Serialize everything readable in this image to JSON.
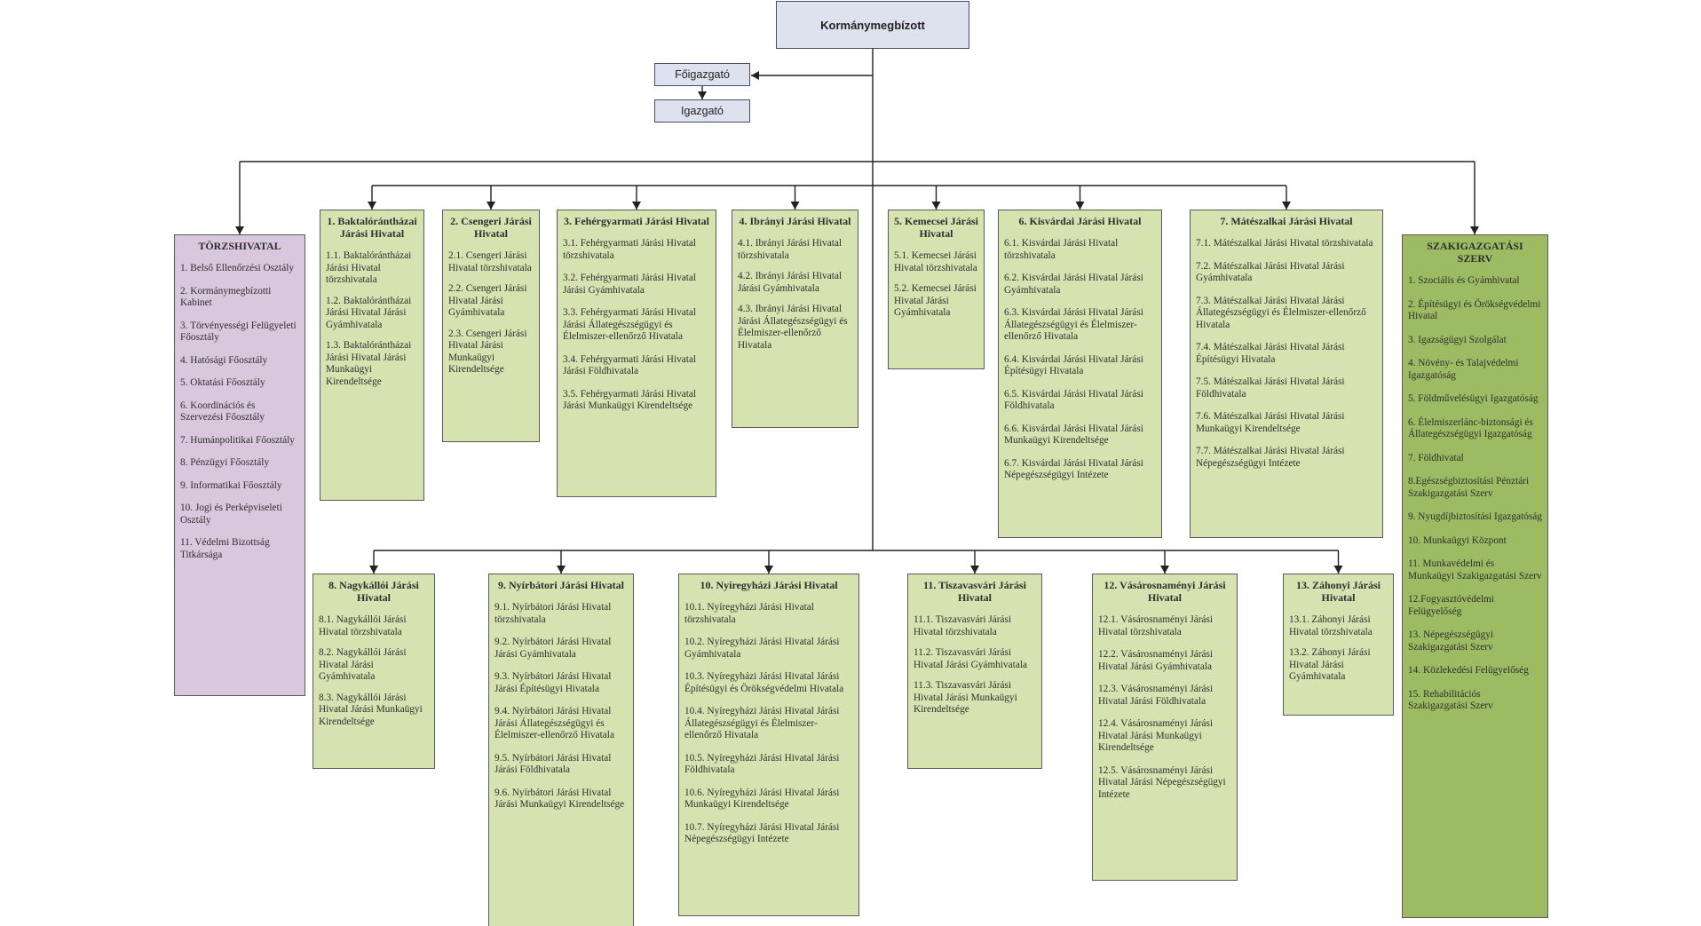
{
  "top": {
    "governor": "Kormánymegbízott",
    "director_general": "Főigazgató",
    "director": "Igazgató"
  },
  "torzshivatal": {
    "title": "TÖRZSHIVATAL",
    "items": [
      "1. Belső Ellenőrzési Osztály",
      "2. Kormánymegbízotti Kabinet",
      "3. Törvényességi Felügyeleti Főosztály",
      "4. Hatósági Főosztály",
      "5. Oktatási Főosztály",
      "6. Koordinációs és Szervezési Főosztály",
      "7. Humánpolitikai Főosztály",
      "8. Pénzügyi Főosztály",
      "9. Informatikai Főosztály",
      "10. Jogi és Perképviseleti Osztály",
      "11. Védelmi Bizottság Titkársága"
    ]
  },
  "szakigazgatasi": {
    "title": "SZAKIGAZGATÁSI SZERV",
    "items": [
      "1. Szociális és Gyámhivatal",
      "2. Építésügyi és Örökségvédelmi Hivatal",
      "3. Igazságügyi Szolgálat",
      "4. Növény- és Talajvédelmi Igazgatóság",
      "5. Földművelésügyi Igazgatóság",
      "6. Élelmiszerlánc-biztonsági és Állategészségügyi Igazgatóság",
      "7. Földhivatal",
      "8.Egészségbiztosítási Pénztári Szakigazgatási Szerv",
      "9. Nyugdíjbiztosítási Igazgatóság",
      "10. Munkaügyi Központ",
      "11. Munkavédelmi és Munkaügyi Szakigazgatási Szerv",
      "12.Fogyasztóvédelmi Felügyelőség",
      "13. Népegészségügyi Szakigazgatási Szerv",
      "14. Közlekedési Felügyelőség",
      "15. Rehabilitációs Szakigazgatási Szerv"
    ]
  },
  "districts_top": [
    {
      "title": "1. Baktalórántházai Járási Hivatal",
      "items": [
        "1.1. Baktalórántházai Járási Hivatal törzshivatala",
        "1.2. Baktalórántházai Járási Hivatal Járási Gyámhivatala",
        "1.3. Baktalórántházai Járási Hivatal Járási Munkaügyi Kirendeltsége"
      ]
    },
    {
      "title": "2. Csengeri Járási Hivatal",
      "items": [
        "2.1. Csengeri Járási Hivatal törzshivatala",
        "2.2. Csengeri Járási Hivatal Járási Gyámhivatala",
        "2.3. Csengeri Járási Hivatal Járási Munkaügyi Kirendeltsége"
      ]
    },
    {
      "title": "3. Fehérgyarmati Járási Hivatal",
      "items": [
        "3.1. Fehérgyarmati Járási Hivatal törzshivatala",
        "3.2. Fehérgyarmati Járási Hivatal Járási Gyámhivatala",
        "3.3. Fehérgyarmati Járási Hivatal Járási Állategészségügyi és Élelmiszer-ellenőrző Hivatala",
        "3.4. Fehérgyarmati Járási Hivatal Járási Földhivatala",
        "3.5. Fehérgyarmati Járási Hivatal Járási Munkaügyi Kirendeltsége"
      ]
    },
    {
      "title": "4. Ibrányi Járási Hivatal",
      "items": [
        "4.1. Ibrányi Járási Hivatal törzshivatala",
        "4.2. Ibrányi Járási Hivatal Járási Gyámhivatala",
        "4.3. Ibrányi Járási Hivatal Járási Állategészségügyi és Élelmiszer-ellenőrző Hivatala"
      ]
    },
    {
      "title": "5. Kemecsei Járási Hivatal",
      "items": [
        "5.1. Kemecsei Járási Hivatal törzshivatala",
        "5.2. Kemecsei Járási Hivatal Járási Gyámhivatala"
      ]
    },
    {
      "title": "6. Kisvárdai Járási Hivatal",
      "items": [
        "6.1. Kisvárdai Járási Hivatal törzshivatala",
        "6.2. Kisvárdai Járási Hivatal Járási Gyámhivatala",
        "6.3. Kisvárdai Járási Hivatal Járási Állategészségügyi és Élelmiszer-ellenőrző Hivatala",
        "6.4.  Kisvárdai Járási Hivatal Járási Építésügyi Hivatala",
        "6.5. Kisvárdai Járási Hivatal Járási Földhivatala",
        "6.6. Kisvárdai Járási Hivatal Járási Munkaügyi Kirendeltsége",
        "6.7. Kisvárdai Járási Hivatal Járási Népegészségügyi Intézete"
      ]
    },
    {
      "title": "7. Mátészalkai Járási Hivatal",
      "items": [
        "7.1. Mátészalkai Járási Hivatal törzshivatala",
        "7.2. Mátészalkai Járási Hivatal Járási Gyámhivatala",
        "7.3. Mátészalkai Járási Hivatal Járási Állategészségügyi és Élelmiszer-ellenőrző Hivatala",
        "7.4. Mátészalkai Járási Hivatal Járási Építésügyi Hivatala",
        "7.5. Mátészalkai Járási Hivatal Járási Földhivatala",
        "7.6. Mátészalkai Járási Hivatal Járási Munkaügyi Kirendeltsége",
        "7.7. Mátészalkai Járási Hivatal Járási Népegészségügyi Intézete"
      ]
    }
  ],
  "districts_bottom": [
    {
      "title": "8. Nagykállói Járási Hivatal",
      "items": [
        "8.1. Nagykállói Járási Hivatal törzshivatala",
        "8.2. Nagykállói Járási Hivatal Járási Gyámhivatala",
        "8.3. Nagykállói Járási Hivatal Járási Munkaügyi Kirendeltsége"
      ]
    },
    {
      "title": "9. Nyírbátori Járási Hivatal",
      "items": [
        "9.1. Nyírbátori Járási Hivatal törzshivatala",
        "9.2. Nyírbátori Járási Hivatal Járási Gyámhivatala",
        "9.3. Nyírbátori Járási Hivatal Járási Építésügyi Hivatala",
        "9.4. Nyírbátori Járási Hivatal Járási Állategészségügyi és Élelmiszer-ellenőrző Hivatala",
        "9.5. Nyírbátori Járási Hivatal Járási Földhivatala",
        "9.6. Nyírbátori Járási Hivatal Járási Munkaügyi Kirendeltsége"
      ]
    },
    {
      "title": "10. Nyíregyházi Járási Hivatal",
      "items": [
        "10.1. Nyíregyházi Járási Hivatal törzshivatala",
        "10.2. Nyíregyházi Járási Hivatal Járási Gyámhivatala",
        "10.3. Nyíregyházi Járási Hivatal Járási Építésügyi és Örökségvédelmi Hivatala",
        "10.4. Nyíregyházi Járási Hivatal Járási Állategészségügyi és Élelmiszer-ellenőrző Hivatala",
        "10.5. Nyíregyházi Járási Hivatal Járási Földhivatala",
        "10.6. Nyíregyházi Járási Hivatal Járási Munkaügyi Kirendeltsége",
        "10.7.  Nyíregyházi Járási Hivatal Járási Népegészségügyi Intézete"
      ]
    },
    {
      "title": "11. Tiszavasvári Járási Hivatal",
      "items": [
        "11.1. Tiszavasvári Járási Hivatal törzshivatala",
        "11.2. Tiszavasvári Járási Hivatal Járási Gyámhivatala",
        "11.3. Tiszavasvári Járási Hivatal Járási Munkaügyi Kirendeltsége"
      ]
    },
    {
      "title": "12. Vásárosnaményi Járási Hivatal",
      "items": [
        "12.1. Vásárosnaményi Járási Hivatal törzshivatala",
        "12.2. Vásárosnaményi Járási Hivatal Járási Gyámhivatala",
        "12.3. Vásárosnaményi Járási Hivatal Járási Földhivatala",
        "12.4. Vásárosnaményi Járási Hivatal Járási Munkaügyi Kirendeltsége",
        "12.5. Vásárosnaményi Járási Hivatal  Járási Népegészségügyi Intézete"
      ]
    },
    {
      "title": "13. Záhonyi Járási Hivatal",
      "items": [
        "13.1. Záhonyi Járási Hivatal törzshivatala",
        "13.2. Záhonyi Járási Hivatal Járási Gyámhivatala"
      ]
    }
  ]
}
